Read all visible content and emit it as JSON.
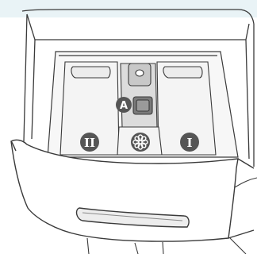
{
  "labels": {
    "main_wash": "II",
    "softener_icon": "flower-icon",
    "prewash": "I",
    "marker": "A"
  },
  "colors": {
    "line": "#3a3a3a",
    "badge": "#555555",
    "badge_text": "#ffffff",
    "tray_fill": "#f4f4f4",
    "dispenser_fill": "#dcdcdc",
    "top_tint": "#e9f3f6"
  }
}
